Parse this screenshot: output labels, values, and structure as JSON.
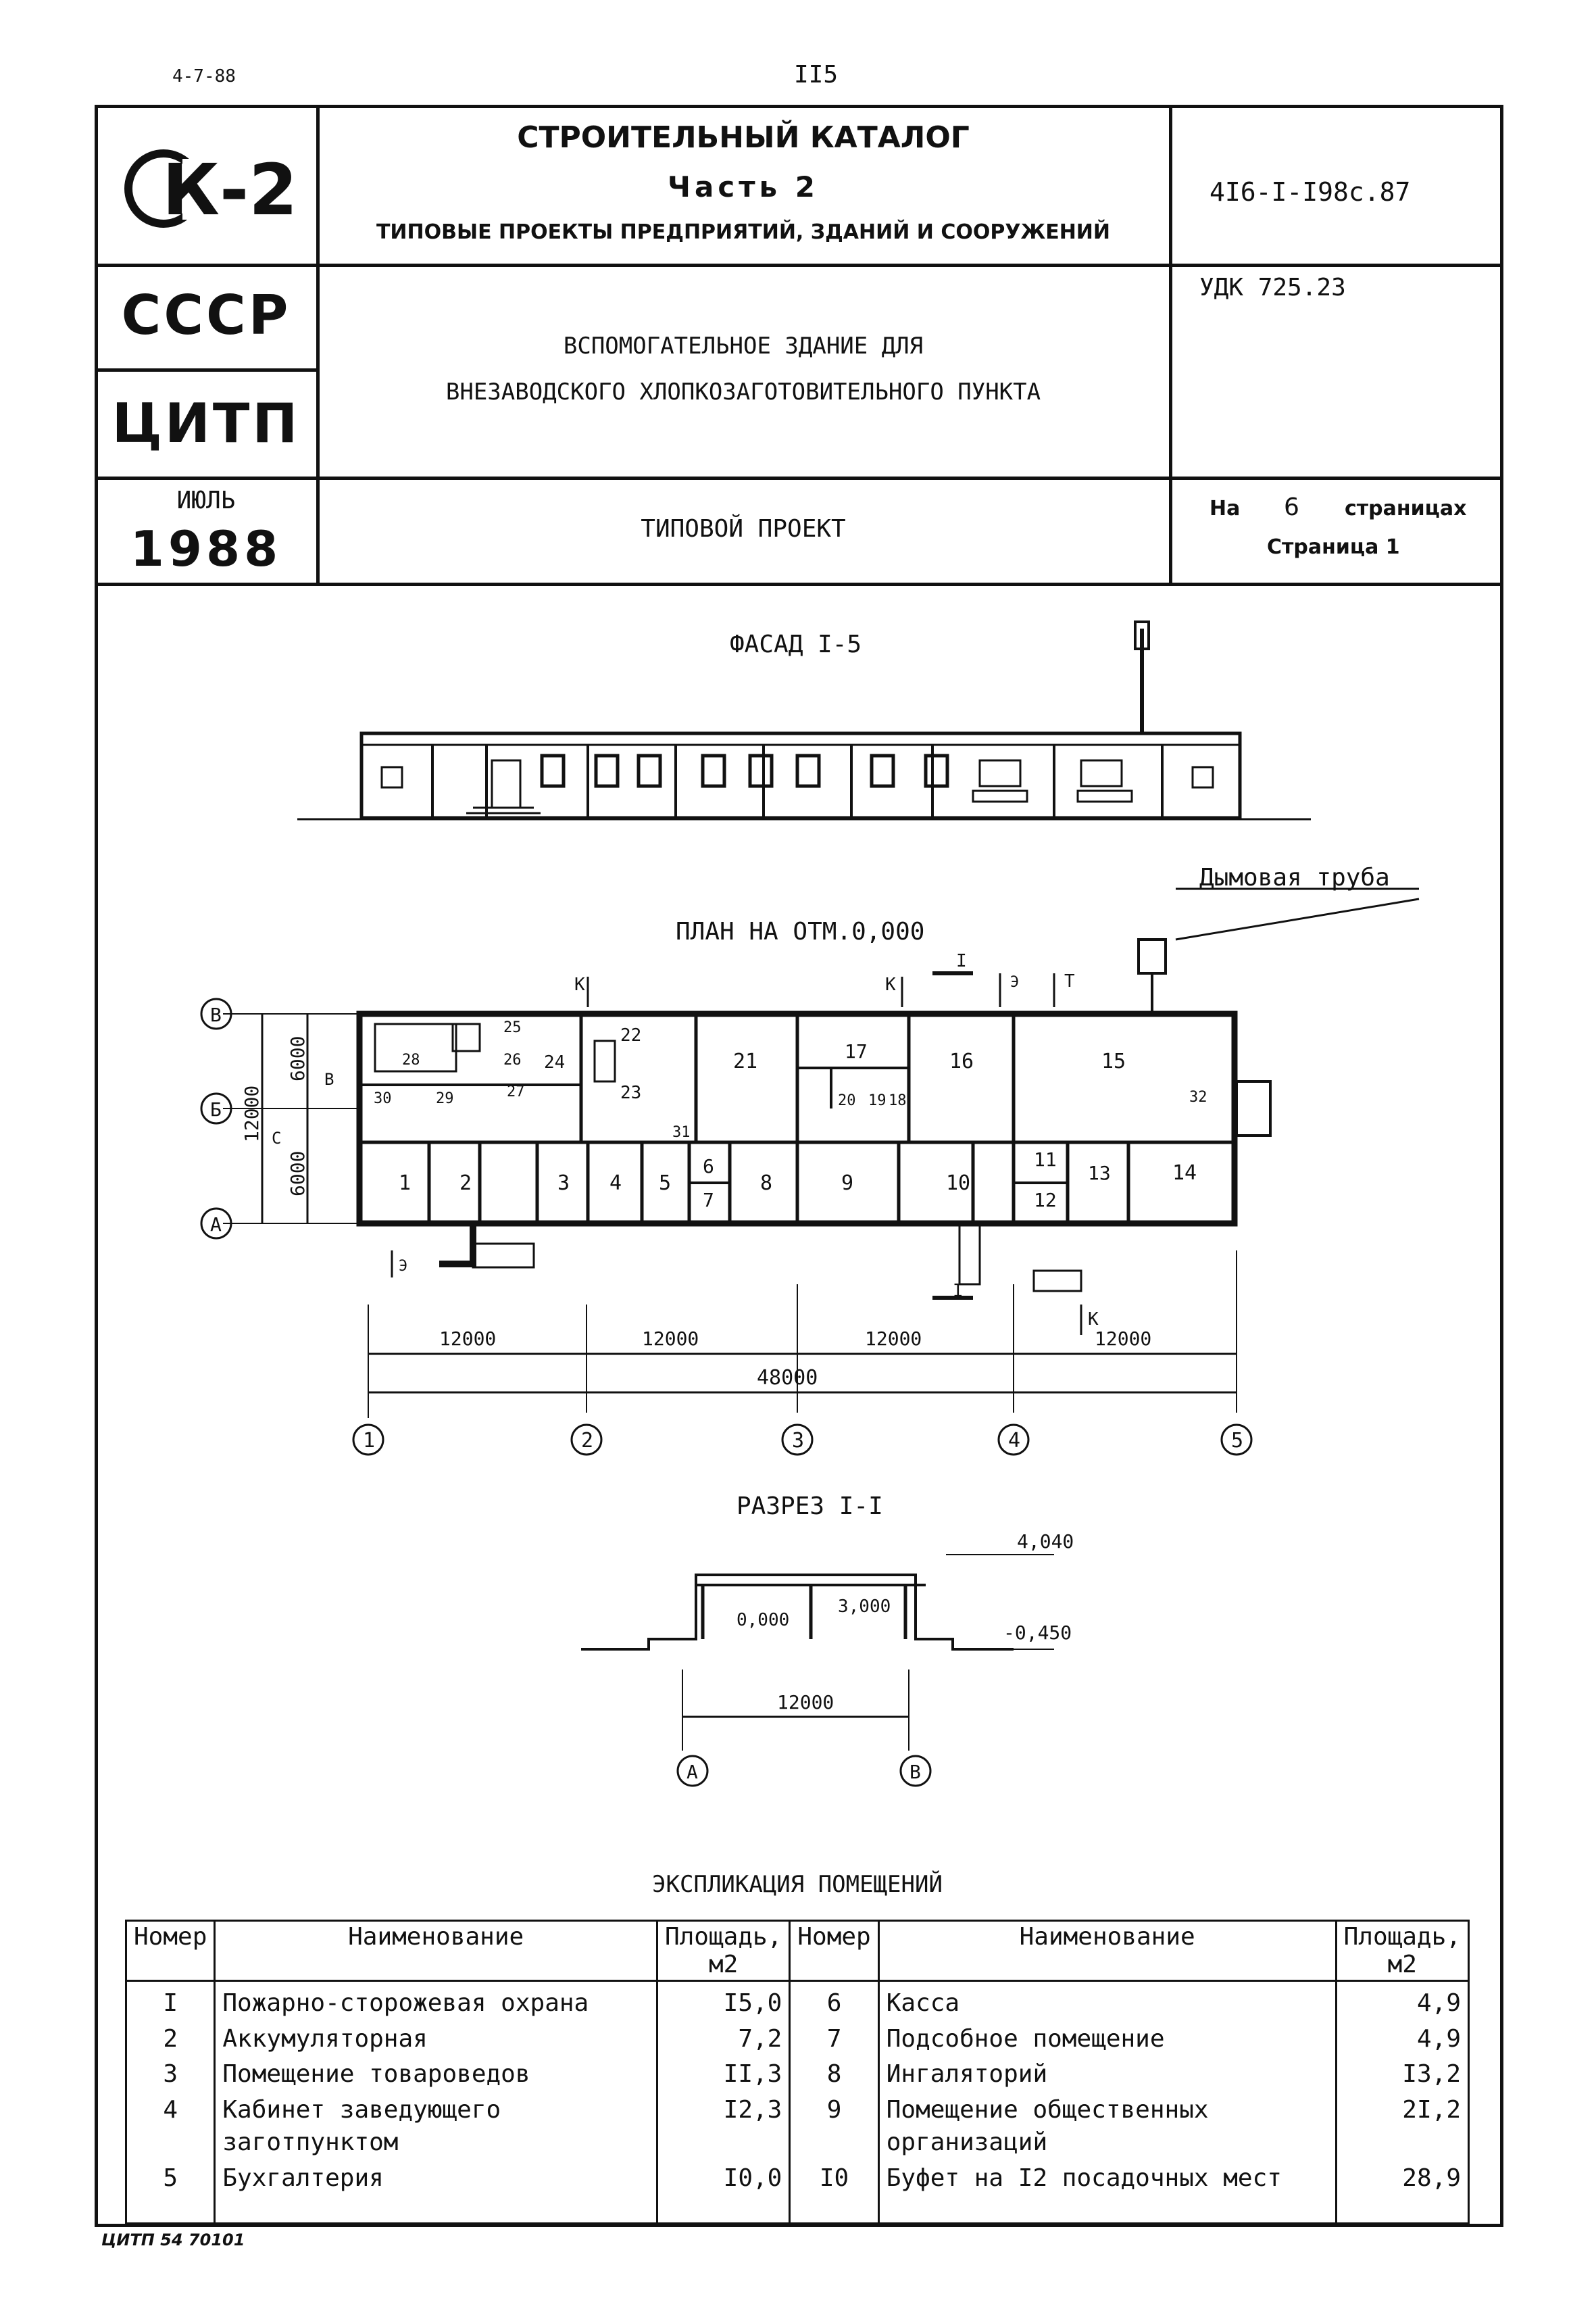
{
  "page": {
    "corner_code": "4-7-88",
    "page_number": "II5",
    "bottom_code": "ЦИТП 54 70101"
  },
  "header": {
    "logo_text": "К-2",
    "catalog_title": "СТРОИТЕЛЬНЫЙ КАТАЛОГ",
    "part": "Часть 2",
    "part_subtitle": "ТИПОВЫЕ ПРОЕКТЫ ПРЕДПРИЯТИЙ, ЗДАНИЙ И СООРУЖЕНИЙ",
    "project_code": "4I6-I-I98c.87",
    "country": "СССР",
    "org": "ЦИТП",
    "udk": "УДК 725.23",
    "title_line1": "ВСПОМОГАТЕЛЬНОЕ ЗДАНИЕ ДЛЯ",
    "title_line2": "ВНЕЗАВОДСКОГО ХЛОПКОЗАГОТОВИТЕЛЬНОГО ПУНКТА",
    "month": "ИЮЛЬ",
    "year": "1988",
    "project_type": "ТИПОВОЙ ПРОЕКТ",
    "pages_prefix": "На",
    "pages_count": "6",
    "pages_suffix": "страницах",
    "page_label": "Страница 1"
  },
  "drawings": {
    "facade_title": "ФАСАД I-5",
    "plan_title": "ПЛАН НА ОТМ.0,000",
    "chimney_label": "Дымовая труба",
    "section_title": "РАЗРЕЗ I-I",
    "dims": {
      "span": "12000",
      "total": "48000",
      "bay_height": "6000",
      "total_height": "12000"
    },
    "axes_numeric": [
      "1",
      "2",
      "3",
      "4",
      "5"
    ],
    "axes_letter": [
      "А",
      "Б",
      "В"
    ],
    "marks": {
      "top": "4,040",
      "ground": "-0,450",
      "floor": "0,000",
      "ceiling": "3,000"
    },
    "section_span": "12000",
    "room_numbers_south": [
      "1",
      "2",
      "3",
      "4",
      "5",
      "6",
      "7",
      "8",
      "9",
      "10",
      "11",
      "12",
      "13",
      "14"
    ],
    "room_numbers_north": [
      "15",
      "16",
      "17",
      "18",
      "19",
      "20",
      "21",
      "22",
      "23",
      "24",
      "25",
      "26",
      "27",
      "28",
      "29",
      "30",
      "31",
      "32"
    ],
    "arrow_labels": {
      "k": "К",
      "e": "Э",
      "t": "Т",
      "b": "В",
      "c": "С",
      "cut": "I"
    }
  },
  "explication": {
    "title": "ЭКСПЛИКАЦИЯ ПОМЕЩЕНИЙ",
    "headers": {
      "number": "Номер",
      "name": "Наименование",
      "area": "Площадь, м2"
    },
    "left": [
      {
        "num": "I",
        "name": "Пожарно-сторожевая охрана",
        "area": "I5,0"
      },
      {
        "num": "2",
        "name": "Аккумуляторная",
        "area": "7,2"
      },
      {
        "num": "3",
        "name": "Помещение товароведов",
        "area": "II,3"
      },
      {
        "num": "4",
        "name": "Кабинет заведующего заготпунктом",
        "area": "I2,3"
      },
      {
        "num": "5",
        "name": "Бухгалтерия",
        "area": "I0,0"
      }
    ],
    "right": [
      {
        "num": "6",
        "name": "Касса",
        "area": "4,9"
      },
      {
        "num": "7",
        "name": "Подсобное помещение",
        "area": "4,9"
      },
      {
        "num": "8",
        "name": "Ингаляторий",
        "area": "I3,2"
      },
      {
        "num": "9",
        "name": "Помещение общественных организаций",
        "area": "2I,2"
      },
      {
        "num": "I0",
        "name": "Буфет на I2 посадочных мест",
        "area": "28,9"
      }
    ]
  }
}
